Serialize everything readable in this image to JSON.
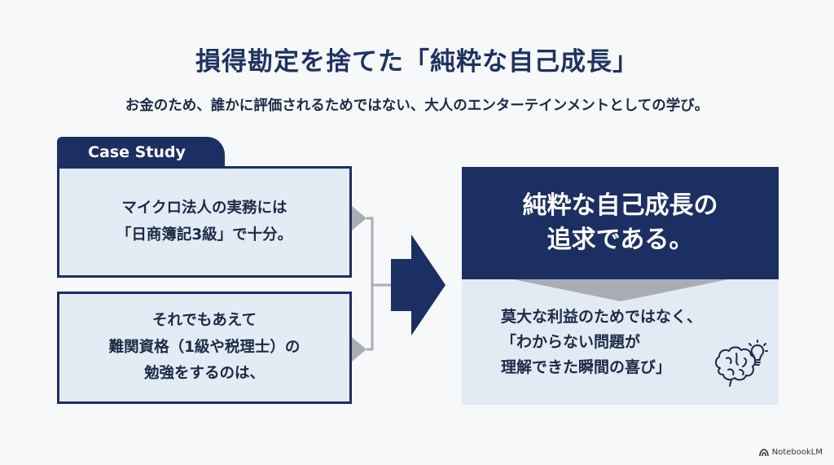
{
  "header": {
    "title": "損得勘定を捨てた「純粋な自己成長」",
    "subtitle": "お金のため、誰かに評価されるためではない、大人のエンターテインメントとしての学び。"
  },
  "case_study": {
    "tab_label": "Case Study",
    "box1_lines": [
      "マイクロ法人の実務には",
      "「日商簿記3級」で十分。"
    ],
    "box2_lines": [
      "それでもあえて",
      "難関資格（1級や税理士）の",
      "勉強をするのは、"
    ]
  },
  "result": {
    "heading_lines": [
      "純粋な自己成長の",
      "追求である。"
    ],
    "body_lines": [
      "莫大な利益のためではなく、",
      "「わからない問題が",
      "理解できた瞬間の喜び」"
    ]
  },
  "icons": {
    "arrow": "right-arrow-icon",
    "brain": "brain-lightbulb-icon",
    "logo": "notebooklm-logo-icon"
  },
  "colors": {
    "navy": "#1c2f62",
    "light_blue": "#e3ebf5",
    "gray_connector": "#a9adb3"
  },
  "watermark": "NotebookLM"
}
